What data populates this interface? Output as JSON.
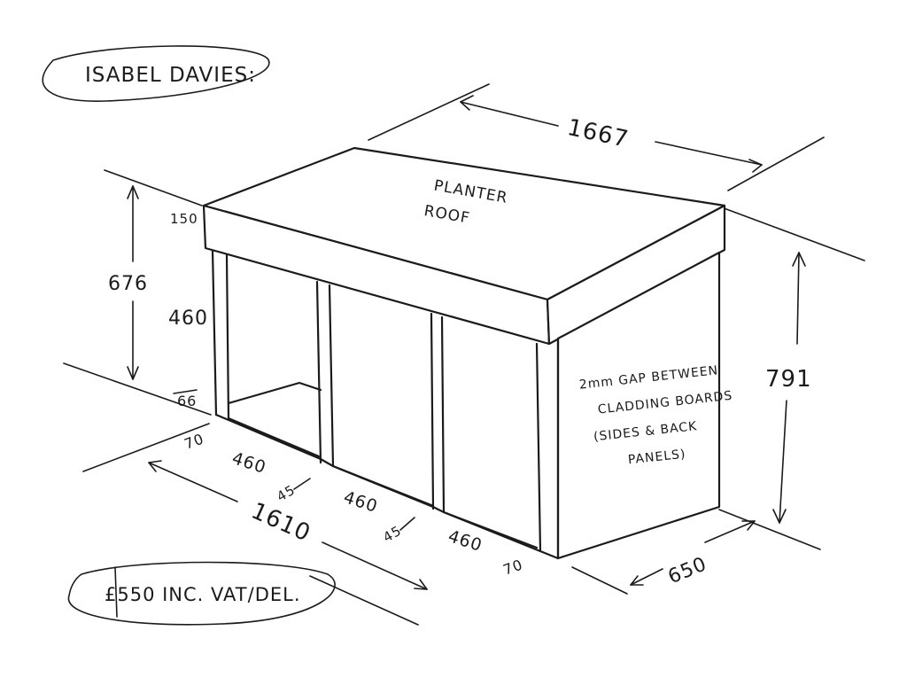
{
  "header": {
    "name": "ISABEL DAVIES:"
  },
  "roof": {
    "line1": "PLANTER",
    "line2": "ROOF"
  },
  "note": {
    "line1": "2mm GAP BETWEEN",
    "line2": "CLADDING BOARDS",
    "line3": "(SIDES & BACK",
    "line4": "PANELS)"
  },
  "dims": {
    "top_length": "1667",
    "roof_thickness": "150",
    "overall_height_left": "676",
    "inner_height": "460",
    "base_height": "66",
    "overall_height_right": "791",
    "front_length": "1610",
    "depth": "650",
    "bay1": "460",
    "bay2": "460",
    "bay3": "460",
    "end_left": "70",
    "end_right": "70",
    "gap1": "45",
    "gap2": "45"
  },
  "price": {
    "text": "£550 INC. VAT/DEL."
  }
}
